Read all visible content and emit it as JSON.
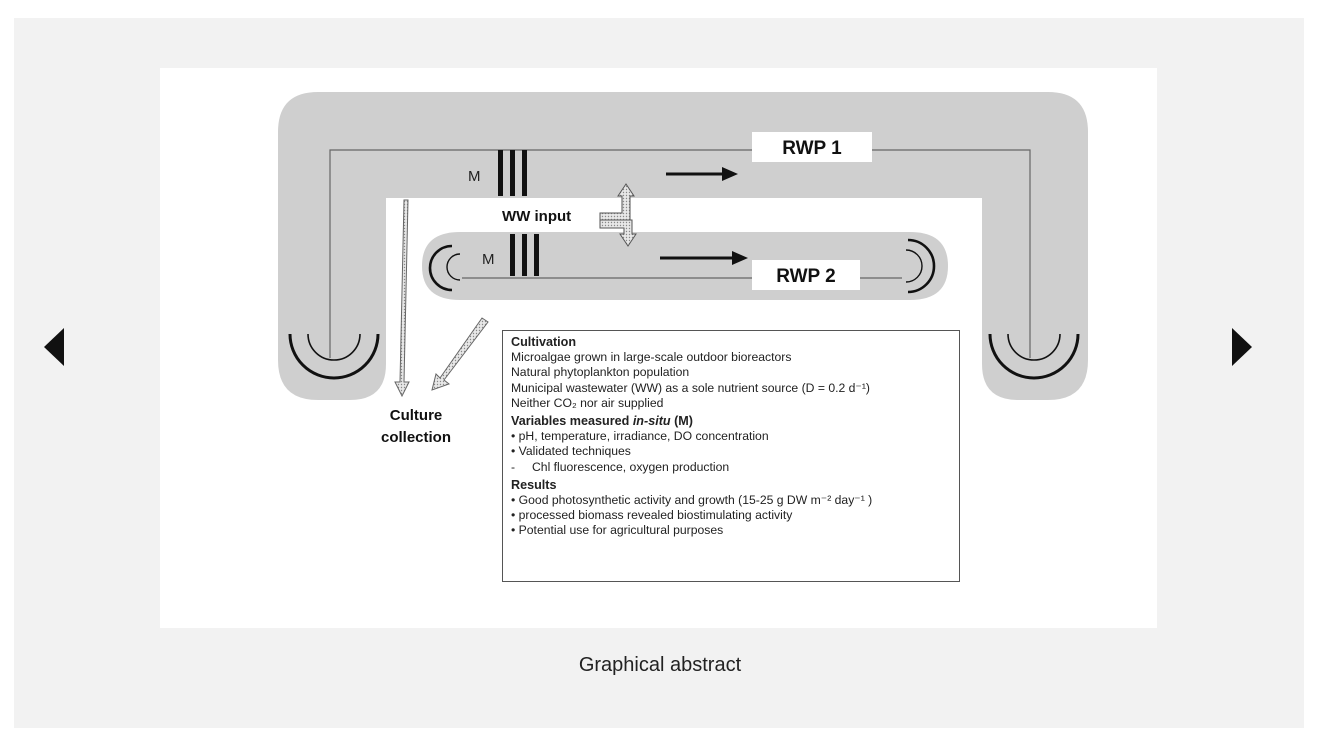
{
  "navigation": {
    "prev_icon": "triangle-left-icon",
    "next_icon": "triangle-right-icon"
  },
  "figure": {
    "rwp1": "RWP 1",
    "rwp2": "RWP 2",
    "m_label_1": "M",
    "m_label_2": "M",
    "ww_input": "WW input",
    "culture_collection_line1": "Culture",
    "culture_collection_line2": "collection",
    "cultivation": {
      "heading": "Cultivation",
      "lines": [
        "Microalgae grown in large-scale outdoor bioreactors",
        "Natural phytoplankton population",
        "Municipal wastewater (WW) as a sole nutrient source (D = 0.2 d⁻¹)",
        "Neither CO₂ nor air supplied"
      ]
    },
    "variables": {
      "heading_prefix": "Variables measured ",
      "heading_italic": "in-situ",
      "heading_suffix": " (M)",
      "lines": [
        "•  pH, temperature, irradiance, DO concentration",
        "•  Validated techniques",
        "-     Chl fluorescence, oxygen production"
      ]
    },
    "results": {
      "heading": "Results",
      "lines": [
        "•  Good photosynthetic activity and growth (15-25 g DW m⁻² day⁻¹ )",
        "•  processed biomass revealed biostimulating activity",
        "•  Potential use for agricultural purposes"
      ]
    }
  },
  "caption": "Graphical abstract"
}
